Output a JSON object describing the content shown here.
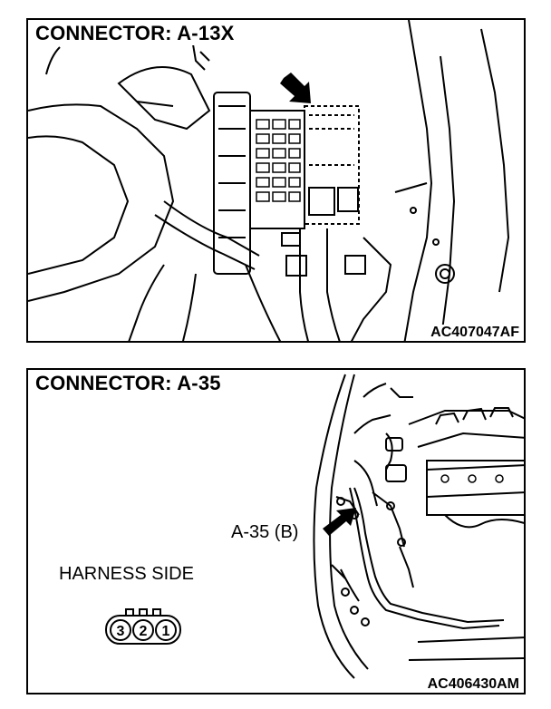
{
  "panel_top": {
    "title": "CONNECTOR: A-13X",
    "figure_code": "AC407047AF"
  },
  "panel_bottom": {
    "title": "CONNECTOR: A-35",
    "callout": "A-35 (B)",
    "harness_label": "HARNESS SIDE",
    "figure_code": "AC406430AM",
    "pins": [
      "3",
      "2",
      "1"
    ]
  }
}
